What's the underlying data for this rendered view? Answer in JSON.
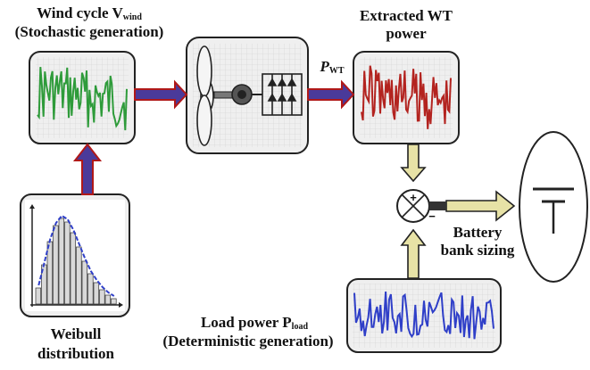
{
  "labels": {
    "wind_title_main": "Wind cycle V",
    "wind_title_sub": "wind",
    "wind_subtitle": "(Stochastic generation)",
    "extracted_line1": "Extracted WT",
    "extracted_line2": "power",
    "p_wt_main": "P",
    "p_wt_sub": "WT",
    "battery_line1": "Battery",
    "battery_line2": "bank sizing",
    "load_title_main": "Load power P",
    "load_title_sub": "load",
    "load_subtitle": "(Deterministic generation)",
    "weibull_line1": "Weibull",
    "weibull_line2": "distribution"
  },
  "symbols": {
    "plus": "+",
    "minus": "−"
  },
  "colors": {
    "wind_signal": "#2e9b3a",
    "wt_power_signal": "#b3231f",
    "load_signal": "#2f3fc8",
    "histogram_curve": "#2f3fc8",
    "flow_arrow_fill": "#4a3a9a",
    "flow_arrow_border": "#b01818",
    "summing_arrow_fill": "#e7e2a6",
    "block_fill": "#efefef",
    "grid": "#cfcfcf"
  }
}
